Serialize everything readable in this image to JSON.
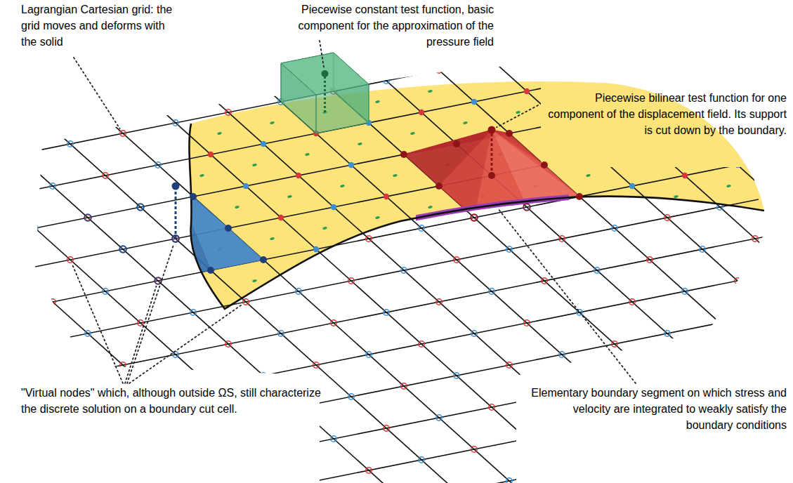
{
  "diagram": {
    "labels": [
      "Lagrangian Cartesian grid: the grid moves and deforms with the solid",
      "Piecewise constant test function, basic component for the approximation of the pressure field",
      "Piecewise bilinear test function for one component of the displacement field. Its support is cut down by the boundary.",
      "\"Virtual nodes\" which, although outside ΩS, still characterize the discrete solution on a boundary cut cell.",
      "Elementary boundary segment on which stress and velocity are integrated to weakly satisfy the boundary conditions"
    ]
  }
}
